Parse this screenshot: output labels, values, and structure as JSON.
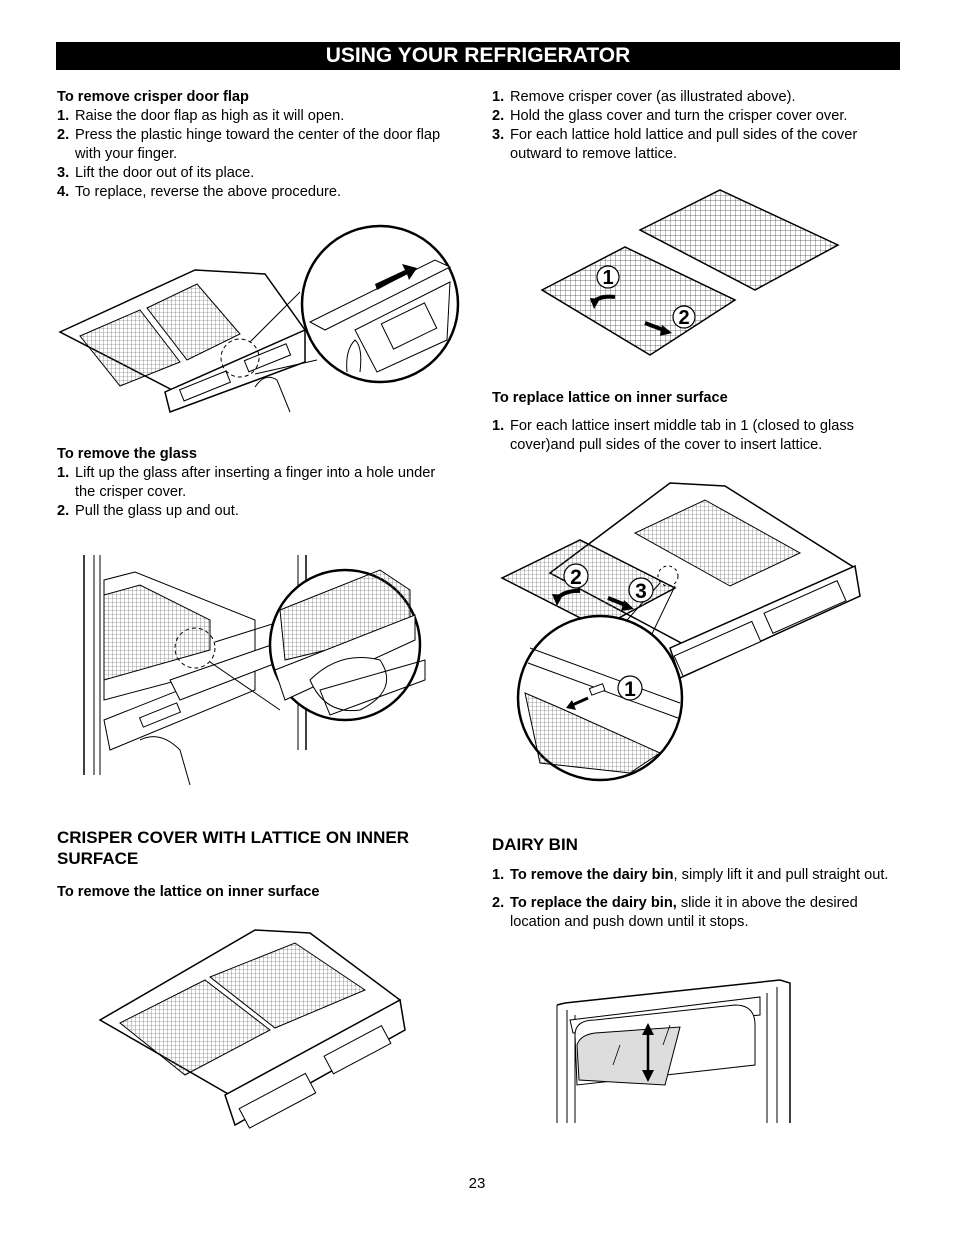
{
  "header": {
    "title": "USING YOUR REFRIGERATOR"
  },
  "left": {
    "flap_heading": "To remove crisper door flap",
    "flap_steps": [
      {
        "n": "1.",
        "text": "Raise the door flap as high as it will open."
      },
      {
        "n": "2.",
        "text": "Press the plastic hinge toward the center of the door flap with your finger."
      },
      {
        "n": "3.",
        "text": "Lift the door out of its place."
      },
      {
        "n": "4.",
        "text": "To replace, reverse the above procedure."
      }
    ],
    "glass_heading": "To remove the glass",
    "glass_steps": [
      {
        "n": "1.",
        "text": "Lift up the glass after inserting a finger into a hole under the crisper cover."
      },
      {
        "n": "2.",
        "text": "Pull the glass up and out."
      }
    ],
    "lattice_section": "CRISPER COVER WITH LATTICE ON INNER SURFACE",
    "lattice_remove_heading": "To remove the lattice on inner surface"
  },
  "right": {
    "remove_steps": [
      {
        "n": "1.",
        "text": "Remove crisper cover (as illustrated above)."
      },
      {
        "n": "2.",
        "text": "Hold the glass cover and turn the crisper cover over."
      },
      {
        "n": "3.",
        "text": "For each lattice hold lattice and pull sides of the cover outward to remove lattice."
      }
    ],
    "callouts_remove": [
      "1",
      "2"
    ],
    "replace_heading": "To replace lattice on inner surface",
    "replace_steps": [
      {
        "n": "1.",
        "text": "For each lattice insert middle tab in 1 (closed to glass cover)and pull sides of the cover to insert lattice."
      }
    ],
    "callouts_replace": [
      "2",
      "3",
      "1"
    ],
    "dairy_section": "DAIRY BIN",
    "dairy_steps": [
      {
        "n": "1.",
        "bold": "To remove the dairy bin",
        "text": ", simply lift it and pull straight out."
      },
      {
        "n": "2.",
        "bold": "To replace the dairy bin,",
        "text": " slide it in above the desired location and push down until it stops."
      }
    ]
  },
  "footer": {
    "page_number": "23"
  }
}
